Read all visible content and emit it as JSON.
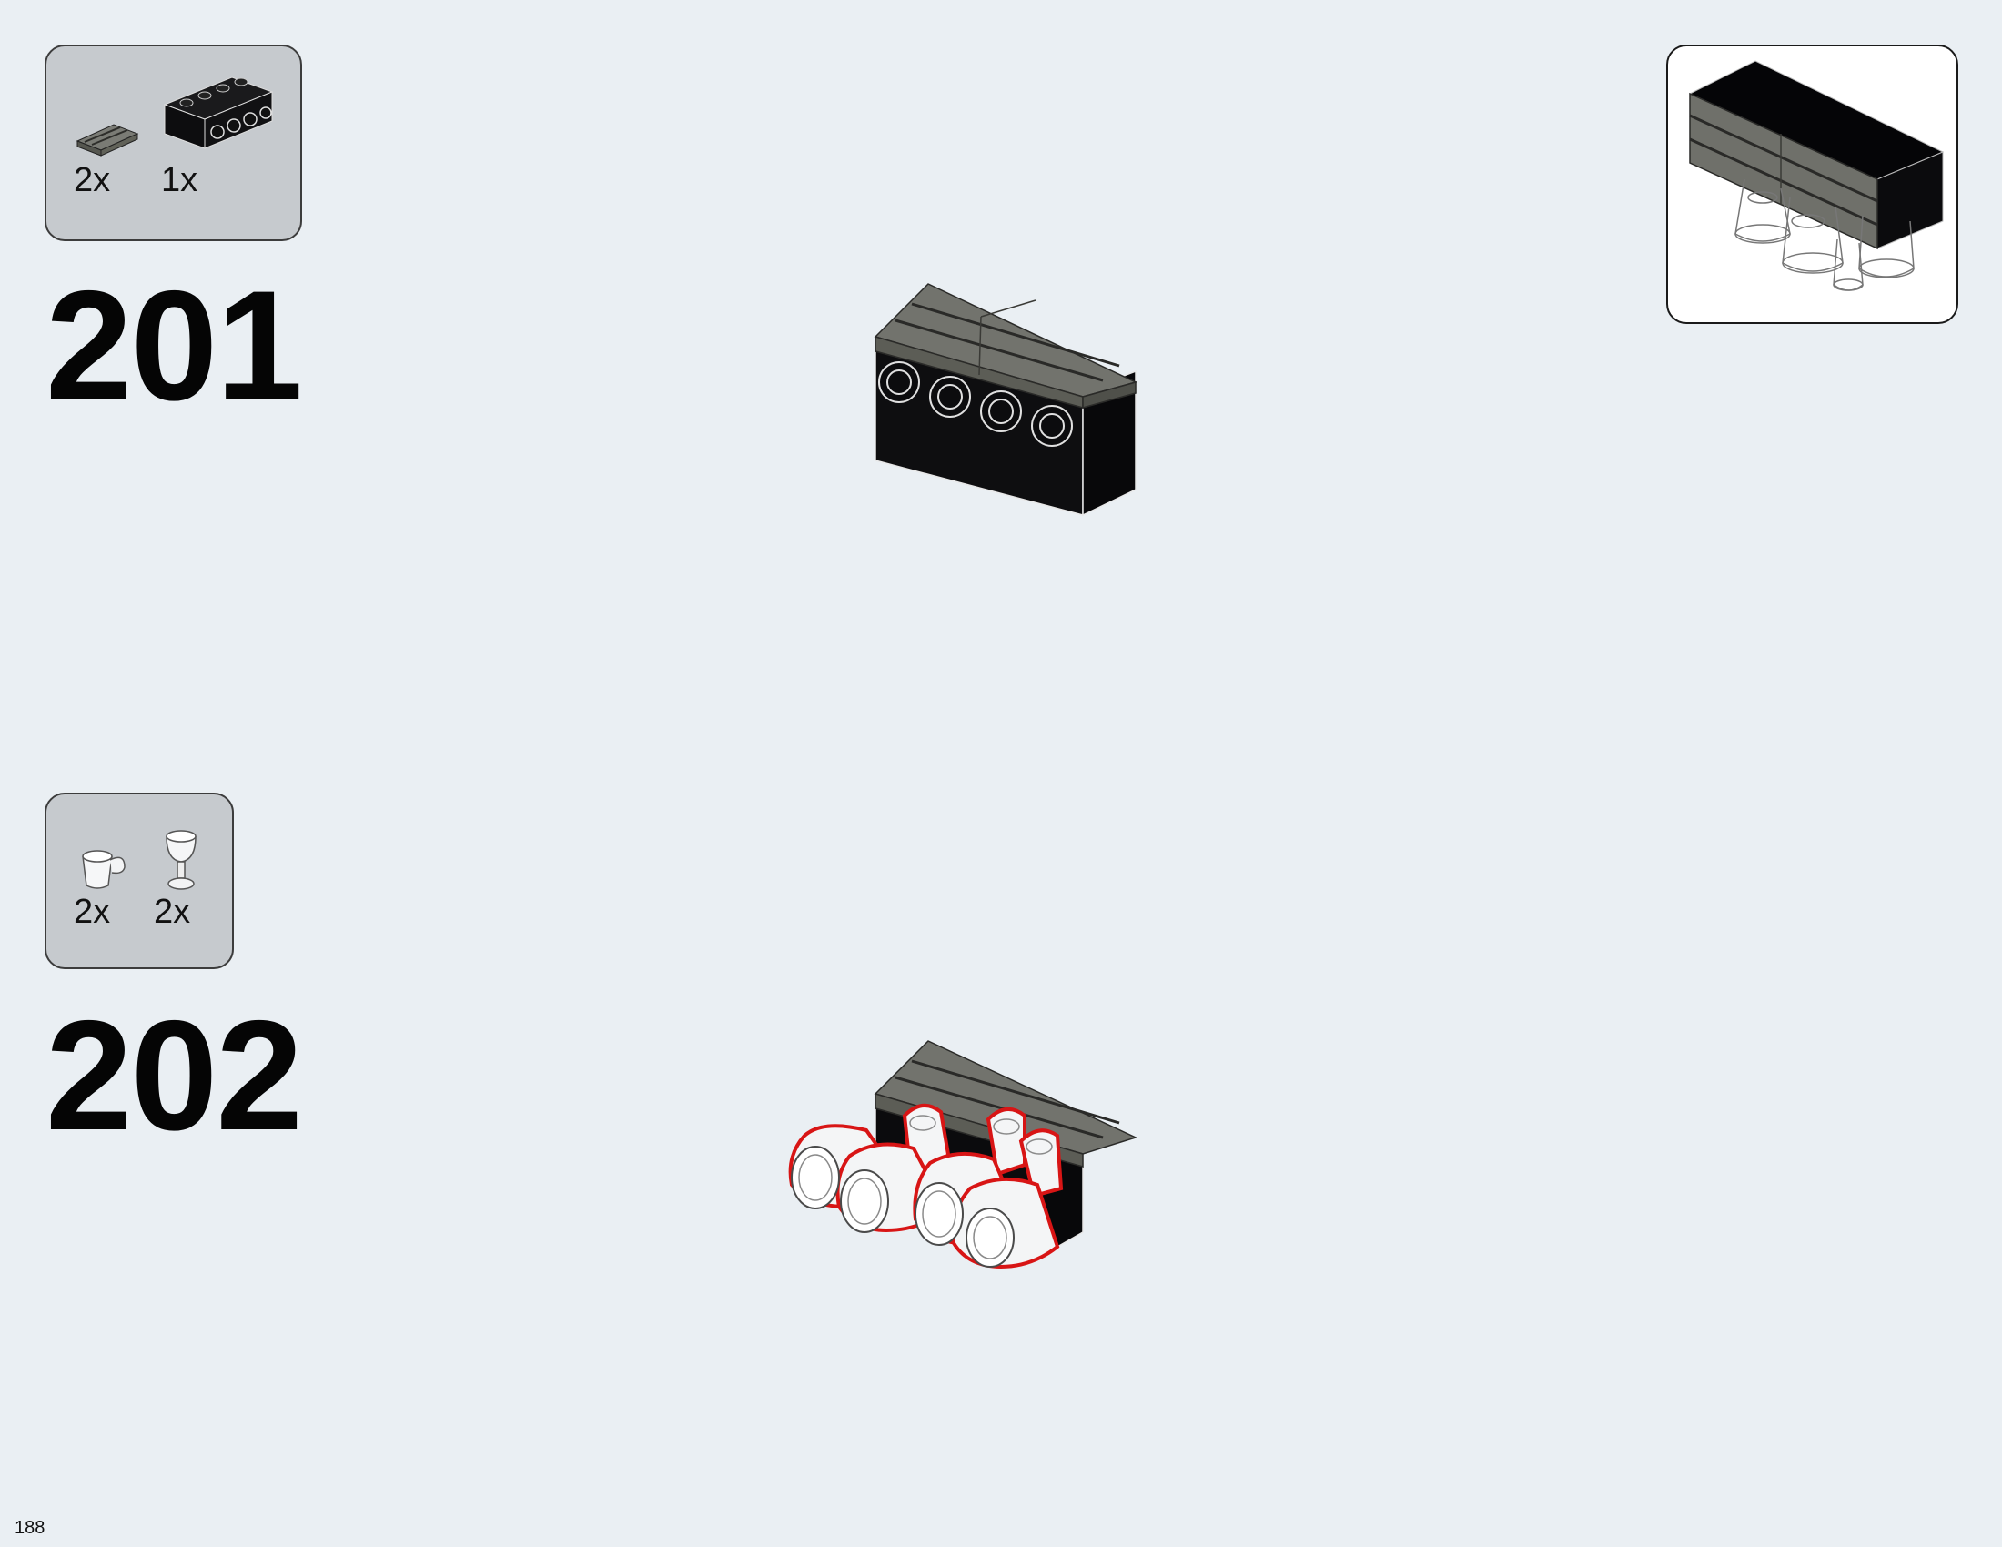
{
  "page": {
    "number": "188"
  },
  "steps": [
    {
      "number": "201",
      "parts": [
        {
          "qty": "2x",
          "icon": "dark-gray-grille-tile-icon"
        },
        {
          "qty": "1x",
          "icon": "black-brick-with-studs-on-side-icon"
        }
      ]
    },
    {
      "number": "202",
      "parts": [
        {
          "qty": "2x",
          "icon": "trans-clear-cup-with-handle-icon"
        },
        {
          "qty": "2x",
          "icon": "trans-clear-goblet-icon"
        }
      ]
    }
  ],
  "colors": {
    "background": "#eaeff3",
    "parts_box": "#c6cace",
    "dark_gray_part": "#6b6c66",
    "black_part": "#0b0b0d",
    "highlight_outline": "#d81515"
  }
}
